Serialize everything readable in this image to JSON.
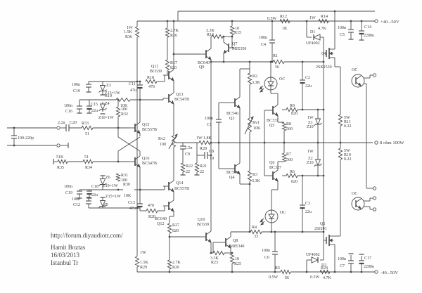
{
  "meta": {
    "url": "http://forum.diyaudiotr.com/",
    "author": "Hamit Boztas",
    "date": "16/03/2013",
    "location": "Istanbul Tr"
  },
  "power": {
    "positive_rail": "+40...50V",
    "negative_rail": "-40...50V",
    "output_load": "8 ohm 100W"
  },
  "schematic": {
    "labels": [
      [
        "R36-watt",
        "1W",
        180,
        41
      ],
      [
        "R36-value",
        "1.5K",
        176,
        47
      ],
      [
        "R36-ref",
        "R36",
        178,
        54
      ],
      [
        "R16-value",
        "2.7K",
        242,
        45
      ],
      [
        "R16-ref",
        "R16",
        242,
        52
      ],
      [
        "R17-ref",
        "R17",
        242,
        91
      ],
      [
        "R17-value",
        "820",
        242,
        98
      ],
      [
        "Q11-ref",
        "Q11",
        215,
        96
      ],
      [
        "Q11-type",
        "BC639",
        213,
        103
      ],
      [
        "R18-ref",
        "R18",
        209,
        112
      ],
      [
        "R18-value",
        "470",
        211,
        125
      ],
      [
        "C11-ref",
        "C11",
        183,
        121
      ],
      [
        "C11-value",
        "47u",
        185,
        130
      ],
      [
        "C10-value",
        "100n",
        102,
        122
      ],
      [
        "C10-ref",
        "C10",
        104,
        131
      ],
      [
        "Z3-ref",
        "Z3",
        151,
        123
      ],
      [
        "Z3-value",
        "Z15=1W",
        149,
        134
      ],
      [
        "C16-value",
        "100n",
        91,
        152
      ],
      [
        "C16-ref",
        "C16",
        93,
        160
      ],
      [
        "C15-ref",
        "C15",
        129,
        150
      ],
      [
        "C15-value",
        "22u",
        130,
        159
      ],
      [
        "Z4-ref",
        "Z4",
        149,
        149
      ],
      [
        "Z4-value",
        "Z10=1W",
        140,
        169
      ],
      [
        "R19-ref",
        "R19",
        149,
        138
      ],
      [
        "R19-value",
        "10K",
        171,
        152
      ],
      [
        "R32-value",
        "100",
        172,
        157
      ],
      [
        "R32-ref",
        "R32",
        172,
        164
      ],
      [
        "Q13-ref",
        "Q13",
        250,
        136
      ],
      [
        "Q13-type",
        "BC547B",
        248,
        143
      ],
      [
        "R13-value",
        "3.3K",
        293,
        45
      ],
      [
        "R13-ref",
        "R13",
        294,
        51
      ],
      [
        "R15-value",
        "10",
        334,
        42
      ],
      [
        "R15-ref",
        "R15",
        333,
        48
      ],
      [
        "Q7-ref",
        "Q7",
        330,
        64
      ],
      [
        "Q7-type",
        "MJE350",
        330,
        71
      ],
      [
        "Q9-type",
        "BC640",
        281,
        91
      ],
      [
        "Q9-ref",
        "Q9",
        283,
        97
      ],
      [
        "R12-watt",
        "0.5W",
        380,
        28
      ],
      [
        "R12-ref",
        "R12",
        398,
        25
      ],
      [
        "R12-value",
        "1K",
        401,
        42
      ],
      [
        "R14-watt",
        "1W",
        440,
        27
      ],
      [
        "R14-ref",
        "R14",
        456,
        25
      ],
      [
        "R14-value",
        "4.7K",
        452,
        42
      ],
      [
        "D1-ref",
        "D1",
        441,
        47
      ],
      [
        "D1-type",
        "UF4002",
        435,
        63
      ],
      [
        "C5-value",
        "100n",
        480,
        41
      ],
      [
        "C5-ref",
        "C5",
        483,
        51
      ],
      [
        "C14-ref",
        "C14",
        518,
        40
      ],
      [
        "C14-value",
        "2200u",
        517,
        52
      ],
      [
        "Q1-ref",
        "Q1",
        457,
        78
      ],
      [
        "Q1-type",
        "2SK1530",
        449,
        97
      ],
      [
        "OC1-ref",
        "OC",
        500,
        101
      ],
      [
        "R11-watt",
        "5W",
        489,
        169
      ],
      [
        "R11-ref",
        "R11",
        489,
        175
      ],
      [
        "R11-value",
        "0.22",
        489,
        181
      ],
      [
        "R10-watt",
        "5W",
        489,
        216
      ],
      [
        "R10-ref",
        "R10",
        489,
        222
      ],
      [
        "R10-value",
        "0.22",
        489,
        228
      ],
      [
        "OC2-ref",
        "OC",
        500,
        277
      ],
      [
        "Q2-ref",
        "Q2",
        455,
        320
      ],
      [
        "Q2-type",
        "2SJ201",
        447,
        327
      ],
      [
        "D2-type",
        "UF4002",
        435,
        364
      ],
      [
        "D2-ref",
        "D2",
        457,
        379
      ],
      [
        "C7-value",
        "100n",
        480,
        370
      ],
      [
        "C7-ref",
        "C7",
        483,
        380
      ],
      [
        "C17-ref",
        "C17",
        518,
        369
      ],
      [
        "C17-value",
        "2200u",
        517,
        381
      ],
      [
        "R24-ref",
        "R24",
        456,
        383
      ],
      [
        "R24-watt",
        "0.5W",
        441,
        396
      ],
      [
        "R24-value",
        "4.7K",
        459,
        397
      ],
      [
        "R5-ref",
        "R5",
        391,
        383
      ],
      [
        "R5-watt",
        "0.5W",
        382,
        396
      ],
      [
        "R5-value",
        "1K",
        404,
        397
      ],
      [
        "C4-value",
        "100n",
        368,
        55
      ],
      [
        "C4-ref",
        "C4",
        371,
        65
      ],
      [
        "R1-ref",
        "R1",
        388,
        81
      ],
      [
        "R1-value",
        "56",
        391,
        97
      ],
      [
        "C2-ref",
        "C2",
        434,
        112
      ],
      [
        "C2-value",
        "22u",
        434,
        124
      ],
      [
        "R9-ref",
        "R9",
        412,
        152
      ],
      [
        "R9-value",
        "820",
        414,
        163
      ],
      [
        "Z1-watt",
        "1W",
        437,
        169
      ],
      [
        "Z1-ref",
        "Z1",
        438,
        176
      ],
      [
        "Z1-value",
        "Z10",
        436,
        182
      ],
      [
        "R2-ref",
        "R2",
        359,
        110
      ],
      [
        "R2-value",
        "3.3K",
        358,
        119
      ],
      [
        "OC3-ref",
        "OC",
        397,
        114
      ],
      [
        "Q5-type",
        "BC337",
        379,
        173
      ],
      [
        "Q5-ref",
        "Q5",
        383,
        180
      ],
      [
        "R8-ref",
        "R8",
        407,
        178
      ],
      [
        "R8-value",
        "560",
        407,
        185
      ],
      [
        "Rv1-ref",
        "Rv1",
        359,
        176
      ],
      [
        "Rv1-value",
        "10K",
        360,
        184
      ],
      [
        "Q3-type",
        "BC546",
        322,
        163
      ],
      [
        "Q3-ref",
        "Q3",
        326,
        170
      ],
      [
        "C1-value",
        "100n",
        291,
        170
      ],
      [
        "C1-ref",
        "C1",
        294,
        179
      ],
      [
        "R28-value",
        "1W 1.8K",
        279,
        198
      ],
      [
        "R28-ref",
        "R28",
        284,
        213
      ],
      [
        "C9-value",
        "1.5n",
        263,
        212
      ],
      [
        "C9-ref",
        "C9",
        263,
        221
      ],
      [
        "C8-ref",
        "C8",
        297,
        217
      ],
      [
        "C8-value",
        "10",
        298,
        227
      ],
      [
        "R22-ref",
        "R22",
        264,
        238
      ],
      [
        "R22-value",
        "22",
        264,
        246
      ],
      [
        "R21-ref",
        "R21",
        284,
        238
      ],
      [
        "R21-value",
        "22",
        284,
        246
      ],
      [
        "Q15-ref",
        "Q15",
        202,
        179
      ],
      [
        "Q15-type",
        "BC557B",
        202,
        186
      ],
      [
        "Rv2-ref",
        "Rv2",
        225,
        199
      ],
      [
        "Rv2-value",
        "100",
        227,
        207
      ],
      [
        "Q16-ref",
        "Q16",
        202,
        227
      ],
      [
        "Q16-type",
        "BC547B",
        202,
        234
      ],
      [
        "Q14-ref",
        "Q14",
        250,
        262
      ],
      [
        "Q14-type",
        "BC557B",
        248,
        270
      ],
      [
        "Q4-type",
        "BC556",
        322,
        247
      ],
      [
        "Q4-ref",
        "Q4",
        326,
        254
      ],
      [
        "R3-ref",
        "R3",
        359,
        250
      ],
      [
        "R3-value",
        "3.3K",
        358,
        259
      ],
      [
        "Q6-ref",
        "Q6",
        383,
        233
      ],
      [
        "Q6-type",
        "BC327",
        383,
        240
      ],
      [
        "R7-ref",
        "R7",
        407,
        221
      ],
      [
        "R7-value",
        "560",
        407,
        229
      ],
      [
        "R6-ref",
        "R6",
        412,
        246
      ],
      [
        "R6-value",
        "820",
        414,
        260
      ],
      [
        "Z2-watt",
        "1W",
        437,
        217
      ],
      [
        "Z2-ref",
        "Z2",
        438,
        227
      ],
      [
        "Z2-value",
        "Z10",
        436,
        233
      ],
      [
        "C3-ref",
        "C3",
        434,
        291
      ],
      [
        "C3-value",
        "22u",
        434,
        303
      ],
      [
        "OC4-ref",
        "OC",
        398,
        304
      ],
      [
        "R4-ref",
        "R4",
        358,
        325
      ],
      [
        "R4-value",
        "33",
        361,
        338
      ],
      [
        "C6-value",
        "100n",
        372,
        358
      ],
      [
        "C6-ref",
        "C6",
        376,
        368
      ],
      [
        "Q10-ref",
        "Q10",
        281,
        314
      ],
      [
        "Q10-type",
        "BC639",
        280,
        321
      ],
      [
        "Q8-ref",
        "Q8",
        331,
        344
      ],
      [
        "Q8-type",
        "MJE340",
        327,
        352
      ],
      [
        "R23-value",
        "3.3K",
        299,
        369
      ],
      [
        "R23-ref",
        "R23",
        300,
        375
      ],
      [
        "R25-value",
        "10",
        334,
        370
      ],
      [
        "R25-ref",
        "R25",
        333,
        377
      ],
      [
        "R27-ref",
        "R27",
        245,
        322
      ],
      [
        "R27-value",
        "820",
        245,
        330
      ],
      [
        "R26-value",
        "2.7K",
        245,
        375
      ],
      [
        "R26-ref",
        "R26",
        245,
        382
      ],
      [
        "Q12-type",
        "BC640",
        220,
        313
      ],
      [
        "Q12-ref",
        "Q12",
        223,
        320
      ],
      [
        "R20-value",
        "470",
        210,
        294
      ],
      [
        "R20-ref",
        "R20",
        211,
        310
      ],
      [
        "C13-ref",
        "C13",
        182,
        290
      ],
      [
        "C13-value",
        "47u",
        184,
        298
      ],
      [
        "Z5-value",
        "Z15=1W",
        150,
        281
      ],
      [
        "Z5-ref",
        "Z5",
        147,
        293
      ],
      [
        "C12-value",
        "100n",
        102,
        285
      ],
      [
        "C12-ref",
        "C12",
        104,
        293
      ],
      [
        "C18-ref",
        "C18",
        130,
        267
      ],
      [
        "C18-value",
        "22u",
        130,
        279
      ],
      [
        "C19-value",
        "100n",
        91,
        267
      ],
      [
        "C19-ref",
        "C19",
        93,
        276
      ],
      [
        "Z6-ref",
        "Z6",
        150,
        254
      ],
      [
        "Z6-value",
        "Z10=1W",
        146,
        266
      ],
      [
        "R31-ref",
        "R31",
        172,
        251
      ],
      [
        "R31-value",
        "100",
        172,
        258
      ],
      [
        "R30-ref",
        "R30",
        175,
        264
      ],
      [
        "R30-value",
        "10K",
        176,
        280
      ],
      [
        "R29-watt",
        "1W",
        199,
        361
      ],
      [
        "R29-value",
        "1.5K",
        199,
        375
      ],
      [
        "R29-ref",
        "R29",
        199,
        382
      ],
      [
        "C20-value",
        "2.2u",
        82,
        176
      ],
      [
        "C20-ref",
        "C20",
        99,
        176
      ],
      [
        "R33-ref",
        "R33",
        116,
        177
      ],
      [
        "R33-value",
        "51",
        121,
        192
      ],
      [
        "Cin-value",
        "100-220p",
        25,
        198
      ],
      [
        "R35-value",
        "51K",
        80,
        225
      ],
      [
        "R35-ref",
        "R35",
        81,
        240
      ],
      [
        "R34-value",
        "51",
        120,
        225
      ],
      [
        "R34-ref",
        "R34",
        121,
        240
      ]
    ]
  }
}
